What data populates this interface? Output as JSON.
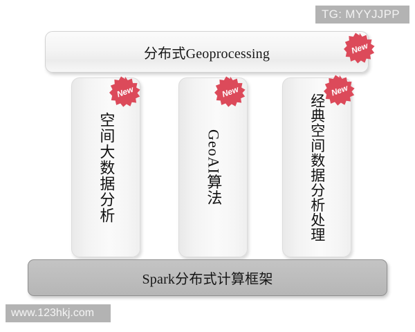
{
  "watermarks": {
    "top_right": "TG: MYYJJPP",
    "bottom_left": "www.123hkj.com"
  },
  "diagram": {
    "header": {
      "title": "分布式Geoprocessing",
      "badge": "New"
    },
    "pillars": [
      {
        "label": "空间大数据分析",
        "badge": "New"
      },
      {
        "label": "GeoAI算法",
        "badge": "New"
      },
      {
        "label": "经典空间数据分析处理",
        "badge": "New"
      }
    ],
    "platform": {
      "label": "Spark分布式计算框架"
    }
  },
  "colors": {
    "badge_red": "#dc4a5a",
    "badge_text": "#ffffff",
    "platform_gray": "#bdbdbd",
    "card_light": "#f6f6f6",
    "watermark_gray": "#b3b3b3",
    "background": "#ffffff"
  }
}
